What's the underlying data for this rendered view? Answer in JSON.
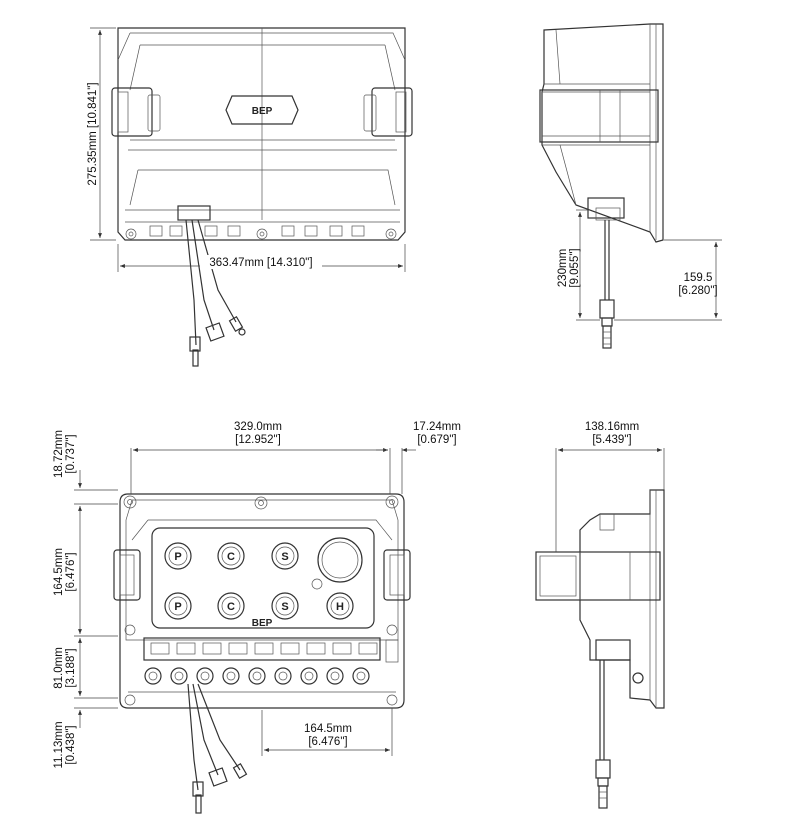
{
  "brand": "BEP",
  "top_view": {
    "height_label": "275.35mm [10.841\"]",
    "width_label": "363.47mm [14.310\"]"
  },
  "side_view_top": {
    "drop_label_line1": "230mm",
    "drop_label_line2": "[9.055\"]",
    "offset_label_line1": "159.5",
    "offset_label_line2": "[6.280\"]"
  },
  "front_view": {
    "width_label_line1": "329.0mm",
    "width_label_line2": "[12.952\"]",
    "right_label_line1": "17.24mm",
    "right_label_line2": "[0.679\"]",
    "top_margin_line1": "18.72mm",
    "top_margin_line2": "[0.737\"]",
    "mid_height_line1": "164.5mm",
    "mid_height_line2": "[6.476\"]",
    "lower_height_line1": "81.0mm",
    "lower_height_line2": "[3.188\"]",
    "bottom_margin_line1": "11.13mm",
    "bottom_margin_line2": "[0.438\"]",
    "bottom_width_line1": "164.5mm",
    "bottom_width_line2": "[6.476\"]",
    "knobs_row1": [
      "P",
      "C",
      "S"
    ],
    "knobs_row2": [
      "P",
      "C",
      "S",
      "H"
    ]
  },
  "side_view_bottom": {
    "depth_label_line1": "138.16mm",
    "depth_label_line2": "[5.439\"]"
  },
  "colors": {
    "line": "#333333",
    "background": "#ffffff"
  }
}
